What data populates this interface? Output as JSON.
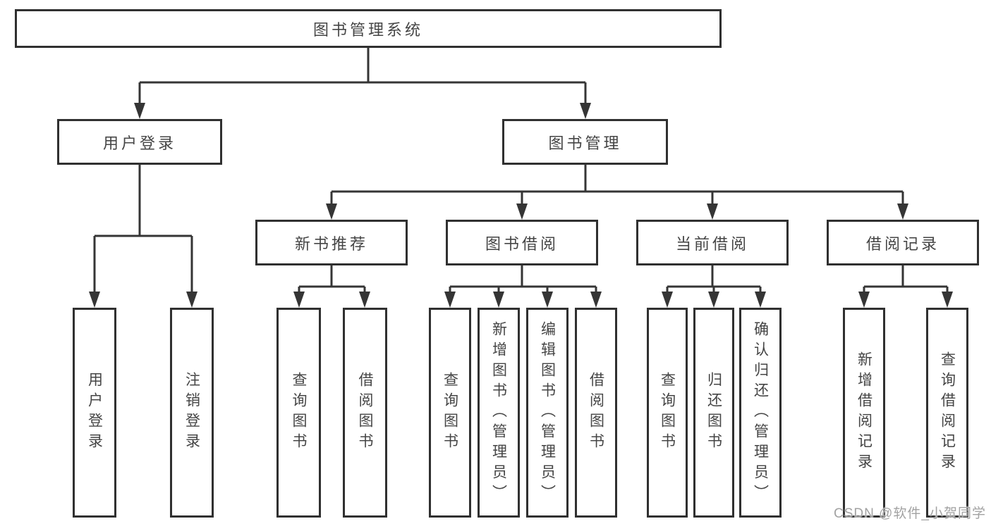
{
  "tree": {
    "root": {
      "label": "图书管理系统"
    },
    "branches": [
      {
        "label": "用户登录",
        "children": [
          {
            "label": "用户登录"
          },
          {
            "label": "注销登录"
          }
        ]
      },
      {
        "label": "图书管理",
        "children": [
          {
            "label": "新书推荐",
            "children": [
              {
                "label": "查询图书"
              },
              {
                "label": "借阅图书"
              }
            ]
          },
          {
            "label": "图书借阅",
            "children": [
              {
                "label": "查询图书"
              },
              {
                "label": "新增图书（管理员）"
              },
              {
                "label": "编辑图书（管理员）"
              },
              {
                "label": "借阅图书"
              }
            ]
          },
          {
            "label": "当前借阅",
            "children": [
              {
                "label": "查询图书"
              },
              {
                "label": "归还图书"
              },
              {
                "label": "确认归还（管理员）"
              }
            ]
          },
          {
            "label": "借阅记录",
            "children": [
              {
                "label": "新增借阅记录"
              },
              {
                "label": "查询借阅记录"
              }
            ]
          }
        ]
      }
    ]
  },
  "watermark": "CSDN @软件_小贺同学",
  "colors": {
    "line": "#353535",
    "box_border": "#303030",
    "text": "#454545",
    "watermark": "#a2a2a2",
    "background": "#ffffff"
  }
}
